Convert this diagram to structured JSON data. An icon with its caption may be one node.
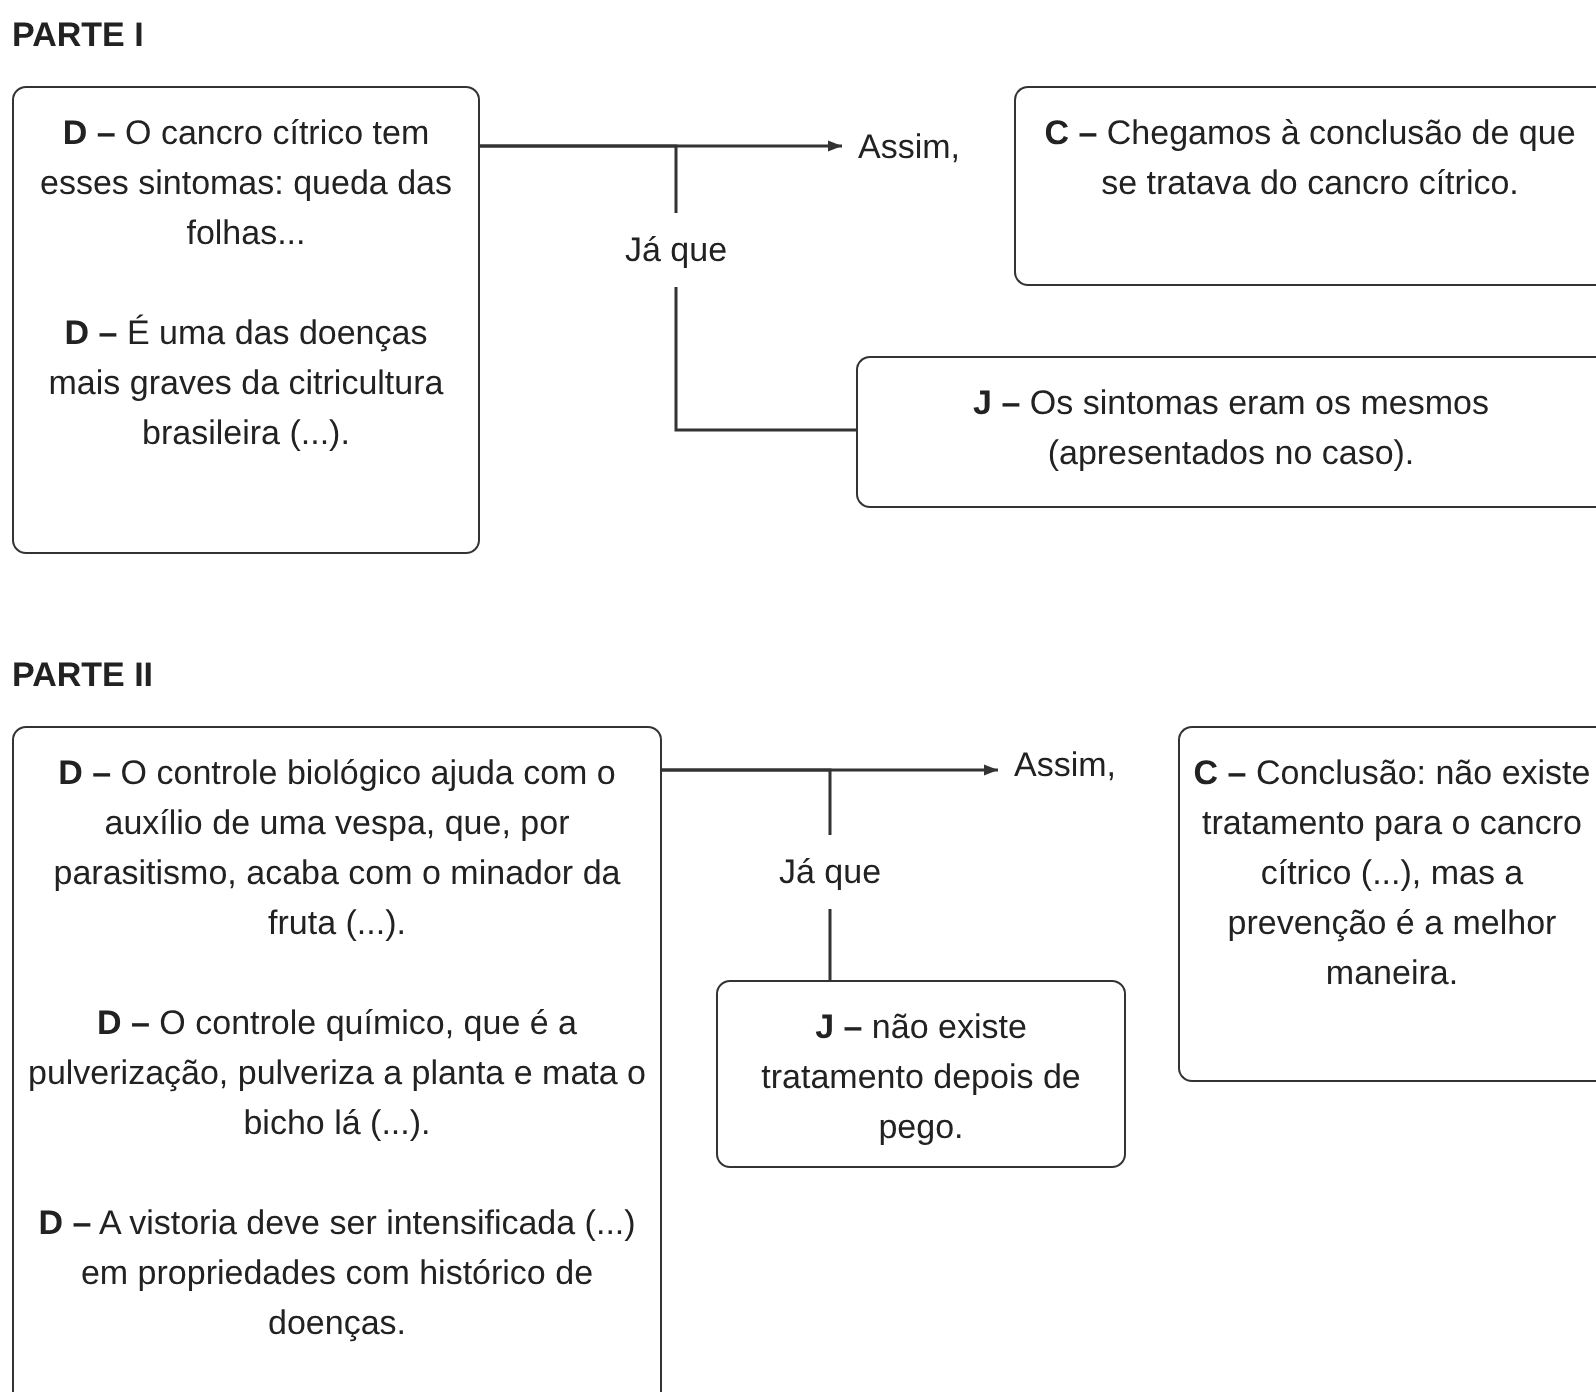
{
  "diagram": {
    "nodes": [
      {
        "text": [
          "**D –** O cancro cítrico tem esses sintomas: queda das folhas...",
          "**D –** É uma das doenças mais graves da citricultura brasileira (...)."
        ]
      },
      {
        "text": [
          "Assim,"
        ]
      },
      {
        "text": [
          "**C –** Chegamos à conclusão de que se tratava do cancro cítrico."
        ]
      },
      {
        "text": [
          "**J –** Os sintomas eram os mesmos (apresentados no caso)."
        ]
      },
      {
        "text": [
          "**D –** O controle biológico ajuda com o auxílio de uma vespa, que, por parasitismo, acaba com o minador da fruta (...).",
          "**D –** O controle químico, que é a pulverização, pulveriza a planta e mata o bicho lá (...).",
          "**D –** A vistoria deve ser intensificada (...) em propriedades com histórico de doenças."
        ]
      },
      {
        "text": [
          "Assim,"
        ]
      },
      {
        "text": [
          "**C –** Conclusão: não existe tratamento para o cancro cítrico (...), mas a prevenção é a melhor maneira."
        ]
      },
      {
        "text": [
          "**J –** não existe tratamento depois de pego."
        ]
      }
    ],
    "edges": [
      {
        "from": 0,
        "to": 1,
        "arrow": "to"
      },
      {
        "from": 0,
        "to": 3,
        "arrow": "none",
        "label": "Já que"
      },
      {
        "from": 4,
        "to": 5,
        "arrow": "to"
      },
      {
        "from": 4,
        "to": 7,
        "arrow": "none",
        "label": "Já que"
      }
    ],
    "labels": [
      "PARTE I",
      "PARTE II"
    ]
  }
}
